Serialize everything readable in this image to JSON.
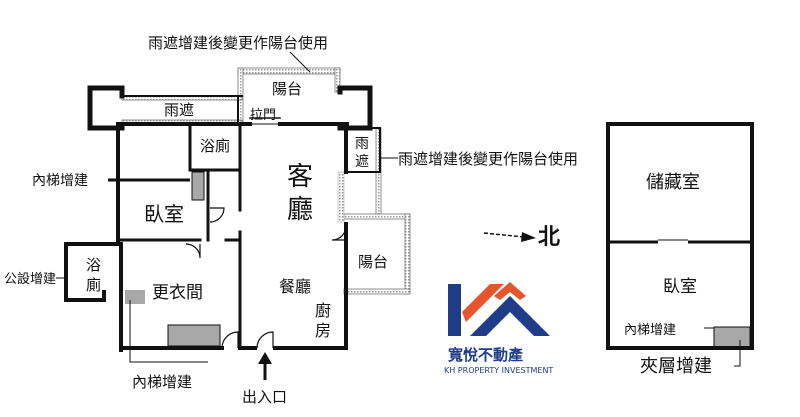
{
  "notes": {
    "top": "雨遮增建後變更作陽台使用",
    "right": "雨遮增建後變更作陽台使用",
    "inner_stair_left": "內梯增建",
    "public_ext": "公設增建",
    "inner_stair_bottom": "內梯增建",
    "entrance": "出入口",
    "inner_stair_right": "內梯增建",
    "mezzanine": "夾層增建"
  },
  "rooms": {
    "balcony_top": "陽台",
    "awning": "雨遮",
    "sliding_door": "拉門",
    "bath_top": "浴廁",
    "living_1": "客",
    "living_2": "廳",
    "awning_right_1": "雨",
    "awning_right_2": "遮",
    "bedroom": "臥室",
    "bath_left_1": "浴",
    "bath_left_2": "廁",
    "dressing": "更衣間",
    "dining": "餐廳",
    "kitchen_1": "廚",
    "kitchen_2": "房",
    "balcony_right": "陽台",
    "storage": "儲藏室",
    "bedroom_right": "臥室"
  },
  "compass": {
    "label": "北"
  },
  "logo": {
    "name_cn": "寬悅不動產",
    "name_en": "KH PROPERTY INVESTMENT"
  },
  "colors": {
    "wall": "#111111",
    "hatch": "#9a9a9a",
    "stair_fill": "#a8a8a8",
    "logo_blue": "#1f3c88",
    "logo_orange": "#e8542b"
  }
}
